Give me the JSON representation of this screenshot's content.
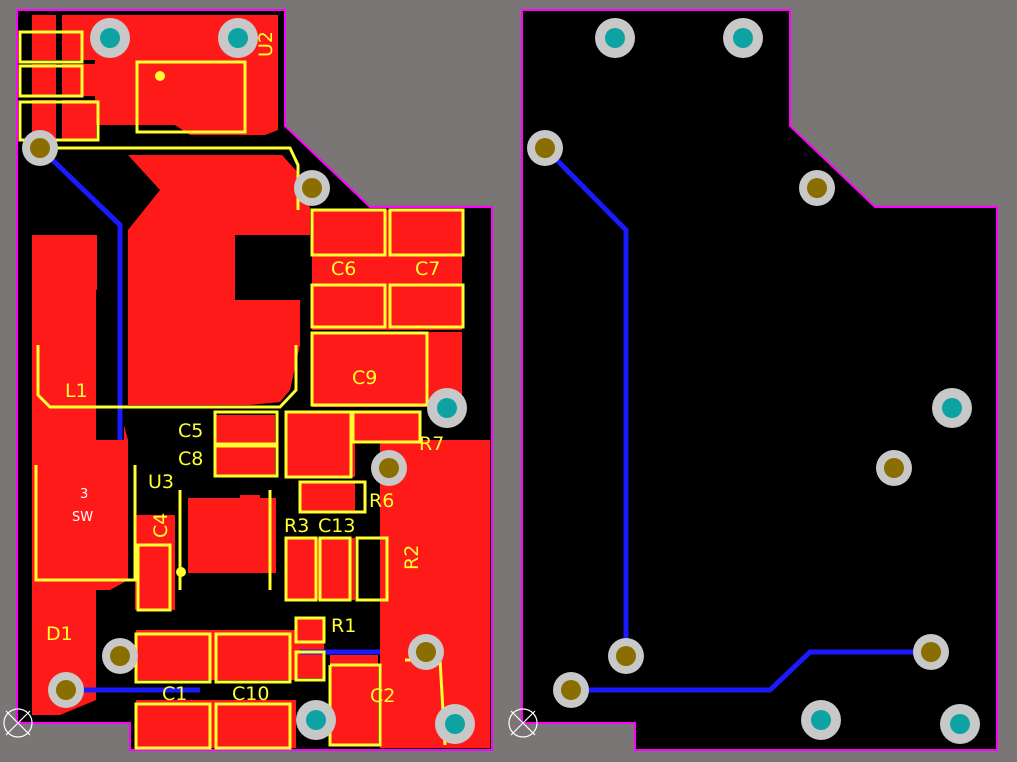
{
  "colors": {
    "background": "#7a7676",
    "board": "#000000",
    "outline": "#ff00ff",
    "copper_top": "#ff1a1a",
    "copper_bottom": "#1a1aff",
    "silkscreen": "#ffff32",
    "pad_ring": "#c8c8c8",
    "via_teal": "#0ea3a3",
    "via_olive": "#8a6e00",
    "sw_text": "#ffffff"
  },
  "top_view": {
    "labels": {
      "u2": "U2",
      "c6": "C6",
      "c7": "C7",
      "c9": "C9",
      "l1": "L1",
      "c5": "C5",
      "c8": "C8",
      "r7": "R7",
      "u3": "U3",
      "r6": "R6",
      "r3": "R3",
      "c13": "C13",
      "c4": "C4",
      "r2": "R2",
      "r1": "R1",
      "d1": "D1",
      "c1": "C1",
      "c10": "C10",
      "c2": "C2"
    },
    "sw_number": "3",
    "sw_label": "SW"
  },
  "icons": {
    "origin_marker": "crosshair-circle-icon"
  }
}
